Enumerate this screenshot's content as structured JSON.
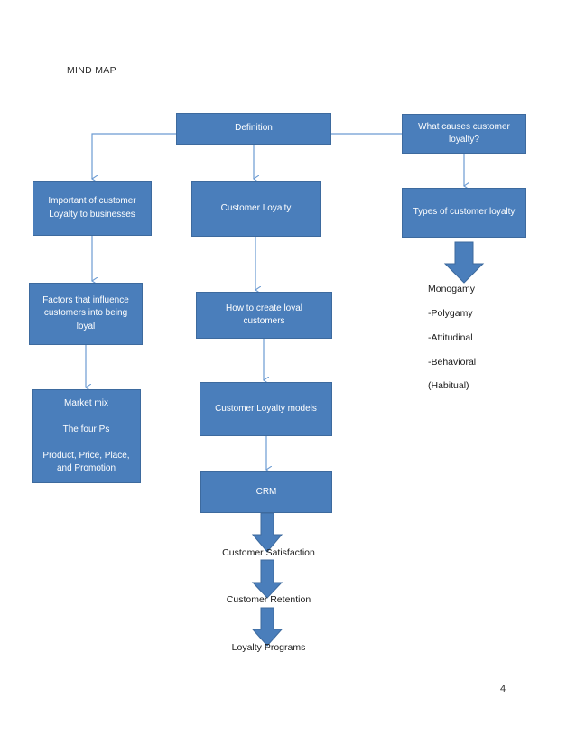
{
  "document": {
    "title": "MIND MAP",
    "page_number": "4"
  },
  "theme": {
    "box_fill": "#4a7ebb",
    "box_border": "#3d6a9e",
    "box_text": "#ffffff",
    "connector": "#6c9bd2",
    "block_arrow_fill": "#4a7ebb",
    "block_arrow_border": "#3d6a9e",
    "page_background": "#ffffff",
    "body_text": "#1a1a1a"
  },
  "nodes": [
    {
      "id": "definition",
      "label": "Definition"
    },
    {
      "id": "what-causes",
      "label": "What causes customer\nloyalty?"
    },
    {
      "id": "important-of-customer",
      "label": "Important of customer\nLoyalty to businesses"
    },
    {
      "id": "customer-loyalty",
      "label": "Customer Loyalty"
    },
    {
      "id": "types-of-loyalty",
      "label": "Types of customer loyalty"
    },
    {
      "id": "factors-influence",
      "label": "Factors that influence\ncustomers into being\nloyal"
    },
    {
      "id": "how-to-create",
      "label": "How to create loyal\ncustomers"
    },
    {
      "id": "market-mix",
      "label": "Market mix\n\nThe four Ps\n\nProduct, Price, Place,\nand Promotion"
    },
    {
      "id": "loyalty-models",
      "label": "Customer Loyalty models"
    },
    {
      "id": "crm",
      "label": "CRM"
    }
  ],
  "plain_labels": [
    {
      "id": "customer-satisfaction",
      "label": "Customer Satisfaction"
    },
    {
      "id": "customer-retention",
      "label": "Customer Retention"
    },
    {
      "id": "loyalty-programs",
      "label": "Loyalty Programs"
    }
  ],
  "loyalty_types": [
    {
      "id": "monogamy",
      "label": "Monogamy"
    },
    {
      "id": "polygamy",
      "label": "-Polygamy"
    },
    {
      "id": "attitudinal",
      "label": "-Attitudinal"
    },
    {
      "id": "behavioral",
      "label": "-Behavioral"
    },
    {
      "id": "habitual",
      "label": "(Habitual)"
    }
  ]
}
